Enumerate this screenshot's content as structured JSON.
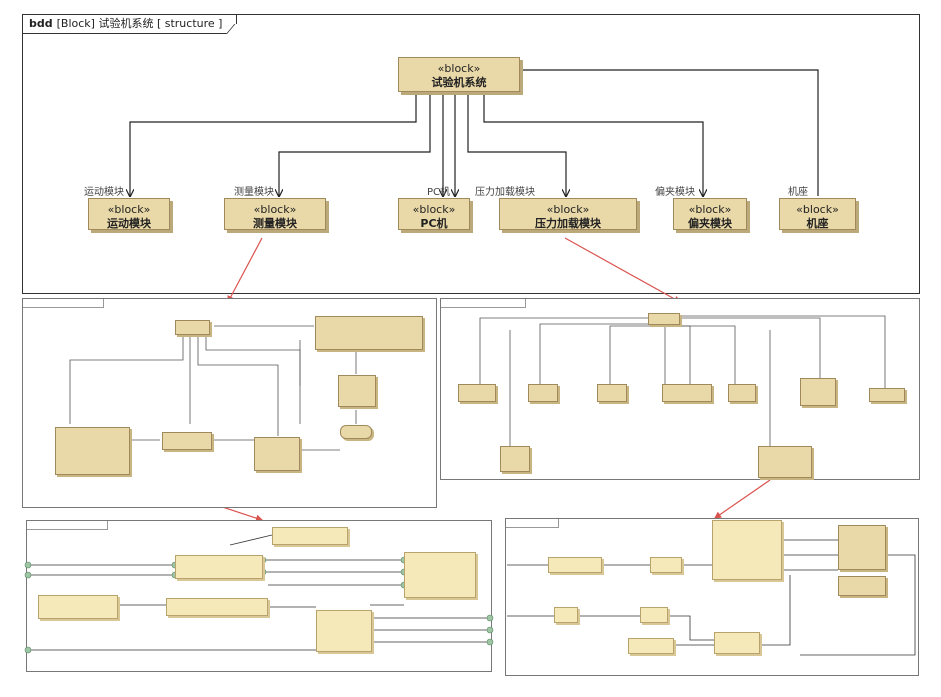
{
  "main_diagram": {
    "tab_kind": "bdd",
    "tab_title": "[Block] 试验机系统 [ structure ]"
  },
  "root_block": {
    "stereotype": "«block»",
    "name": "试验机系统"
  },
  "children": [
    {
      "id": "motion",
      "stereotype": "«block»",
      "name": "运动模块",
      "role": "运动模块"
    },
    {
      "id": "measure",
      "stereotype": "«block»",
      "name": "测量模块",
      "role": "测量模块"
    },
    {
      "id": "pc",
      "stereotype": "«block»",
      "name": "PC机",
      "role": "PC机"
    },
    {
      "id": "pressure",
      "stereotype": "«block»",
      "name": "压力加载模块",
      "role": "压力加载模块"
    },
    {
      "id": "probe",
      "stereotype": "«block»",
      "name": "偏夹模块",
      "role": "偏夹模块"
    },
    {
      "id": "base",
      "stereotype": "«block»",
      "name": "机座",
      "role": "机座"
    }
  ],
  "colors": {
    "block_fill": "#ead9a8",
    "block_border": "#a0895a",
    "link_red": "#d9534f",
    "pale_fill": "#f6e9b9"
  }
}
